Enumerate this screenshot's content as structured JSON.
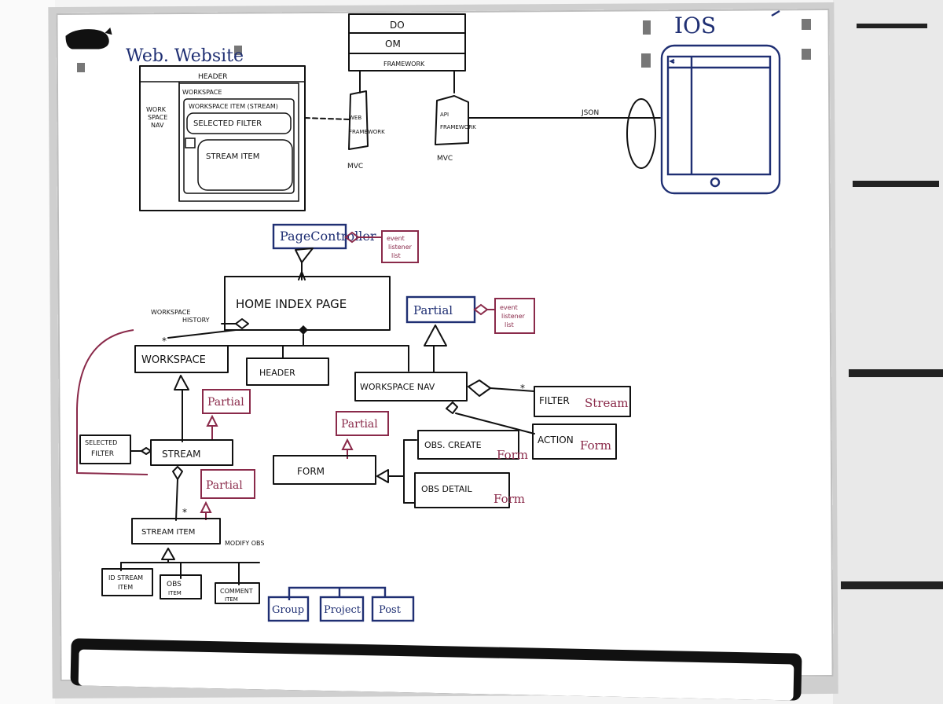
{
  "website": {
    "title": "Web. Website",
    "header": "HEADER",
    "workspace": "WORKSPACE",
    "workspace_nav": [
      "WORK",
      "SPACE",
      "NAV"
    ],
    "workspace_item": "WORKSPACE ITEM (STREAM)",
    "selected_filter": "SELECTED FILTER",
    "stream_item": "STREAM ITEM"
  },
  "framework_stack": {
    "do": "DO",
    "om": "OM",
    "framework": "FRAMEWORK"
  },
  "web_framework": {
    "label": [
      "WEB",
      "FRAMEWORK"
    ],
    "mvc": "MVC"
  },
  "api_framework": {
    "label": [
      "API",
      "FRAMEWORK"
    ],
    "mvc": "MVC"
  },
  "json": "JSON",
  "ios": {
    "title": "IOS"
  },
  "uml": {
    "page_controller": "PageController",
    "event_listener_1": [
      "event",
      "listener",
      "list"
    ],
    "home_index_page": "HOME INDEX PAGE",
    "partial_top": "Partial",
    "event_listener_2": [
      "event",
      "listener",
      "list"
    ],
    "workspace_history": [
      "WORKSPACE",
      "HISTORY"
    ],
    "workspace": "WORKSPACE",
    "header": "HEADER",
    "workspace_nav": "WORKSPACE NAV",
    "filter": "FILTER",
    "filter_suffix": "Stream",
    "action": "ACTION",
    "action_suffix": "Form",
    "partial_1": "Partial",
    "partial_2": "Partial",
    "partial_3": "Partial",
    "selected_filter": [
      "SELECTED",
      "FILTER"
    ],
    "stream": "STREAM",
    "form": "FORM",
    "obs_create": "OBS. CREATE",
    "obs_create_suffix": "Form",
    "obs_detail": "OBS DETAIL",
    "obs_detail_suffix": "Form",
    "stream_item": "STREAM ITEM",
    "modify_obs": "MODIFY OBS",
    "children": [
      {
        "lines": [
          "ID STREAM",
          "ITEM"
        ]
      },
      {
        "lines": [
          "OBS",
          "ITEM"
        ]
      },
      {
        "lines": [
          "COMMENT",
          "ITEM"
        ]
      }
    ],
    "blue_children": [
      "Group",
      "Project",
      "Post"
    ]
  },
  "colors": {
    "ink": "#111111",
    "navy": "#1f2f73",
    "maroon": "#8a2a4a"
  }
}
